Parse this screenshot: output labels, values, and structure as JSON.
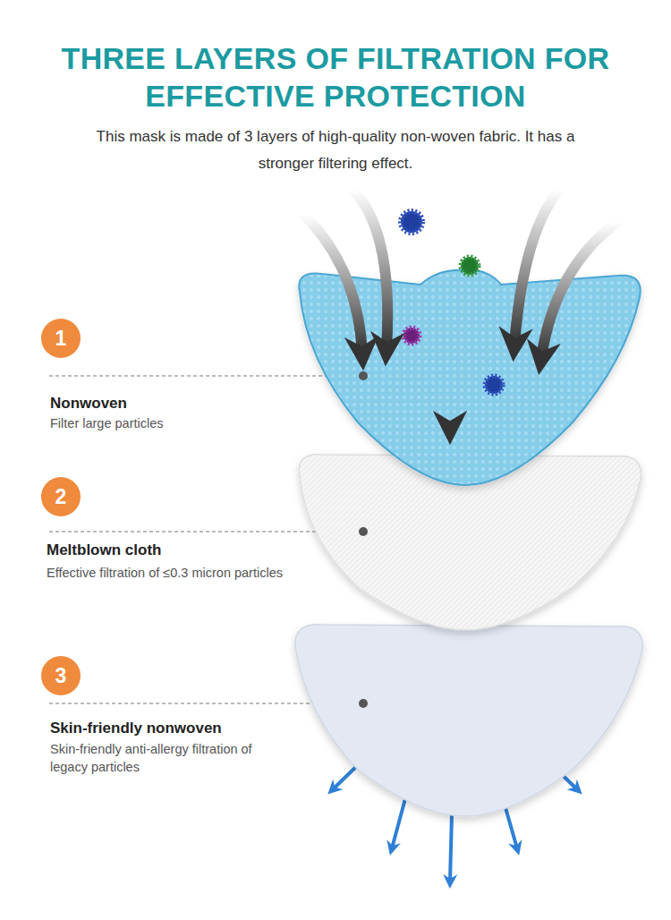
{
  "diagram": {
    "title": "THREE LAYERS OF FILTRATION FOR EFFECTIVE PROTECTION",
    "nodes": [
      {
        "text": [
          "1"
        ]
      },
      {
        "text": [
          "2"
        ]
      },
      {
        "text": [
          "3"
        ]
      }
    ],
    "labels": [
      "This mask is made of 3 layers of high-quality non-woven fabric. It has a stronger filtering effect.",
      "Nonwoven",
      "Filter large particles",
      "Meltblown cloth",
      "Effective filtration of ≤0.3 micron particles",
      "Skin-friendly nonwoven",
      "Skin-friendly anti-allergy filtration of legacy particles"
    ]
  }
}
